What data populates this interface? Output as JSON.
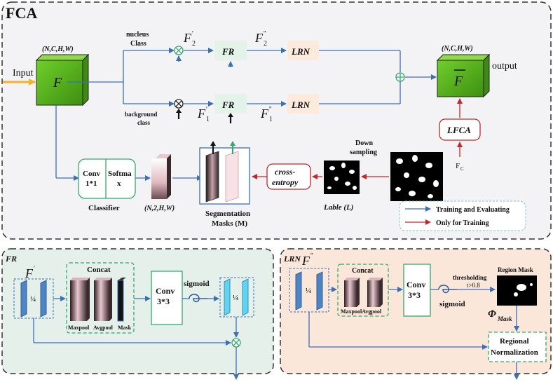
{
  "fca": {
    "title": "FCA",
    "input_label": "Input",
    "output_label": "output",
    "dims_in": "(N,C,H,W)",
    "dims_out": "(N,C,H,W)",
    "F": "F",
    "F_bar": "F",
    "nucleus_label_1": "nucleus",
    "nucleus_label_2": "Class",
    "background_label_1": "background",
    "background_label_2": "class",
    "F2p": "F",
    "F2p_sub": "2",
    "F2pp": "F",
    "F2pp_sub": "2",
    "F1p": "F",
    "F1p_sub": "1",
    "F1pp": "F",
    "F1pp_sub": "1",
    "fr_label": "FR",
    "lrn_label": "LRN",
    "lfca_label": "LFCA",
    "fc_label": "F",
    "fc_sub": "C",
    "conv_1": "Conv",
    "conv_2": "1*1",
    "softmax_1": "Softma",
    "softmax_2": "x",
    "classifier": "Classifier",
    "dims_prob": "(N,2,H,W)",
    "seg_1": "Segmentation",
    "seg_2": "Masks (M)",
    "ce_1": "cross-",
    "ce_2": "entropy",
    "label": "Lable (L)",
    "down_1": "Down",
    "down_2": "sampling",
    "legend_train_eval": "Training and Evaluating",
    "legend_train_only": "Only for Training"
  },
  "fr": {
    "title": "FR",
    "F": "F",
    "quarter": "¼",
    "concat": "Concat",
    "maxpool": "Maxpool",
    "avgpool": "Avgpool",
    "mask": "Mask",
    "conv_1": "Conv",
    "conv_2": "3*3",
    "sigmoid": "sigmoid",
    "quarter_out": "¼"
  },
  "lrn": {
    "title": "LRN",
    "F": "F",
    "quarter": "¼",
    "concat": "Concat",
    "maxavg": "MaxpoolAvgpool",
    "conv_1": "Conv",
    "conv_2": "3*3",
    "sigmoid": "sigmoid",
    "thresh_1": "thresholding",
    "thresh_2": "t>0.8",
    "region_mask": "Region Mask",
    "phi": "Φ",
    "phi_sub": "Mask",
    "regional_1": "Regional",
    "regional_2": "Normalization"
  },
  "colors": {
    "blue_arrow": "#3b6fb6",
    "red_arrow": "#c0282a",
    "green_box": "#35a86b",
    "fca_bg": "#f3f2f4",
    "fr_bg": "#e6f0ea",
    "lrn_bg": "#fbe7d9"
  }
}
